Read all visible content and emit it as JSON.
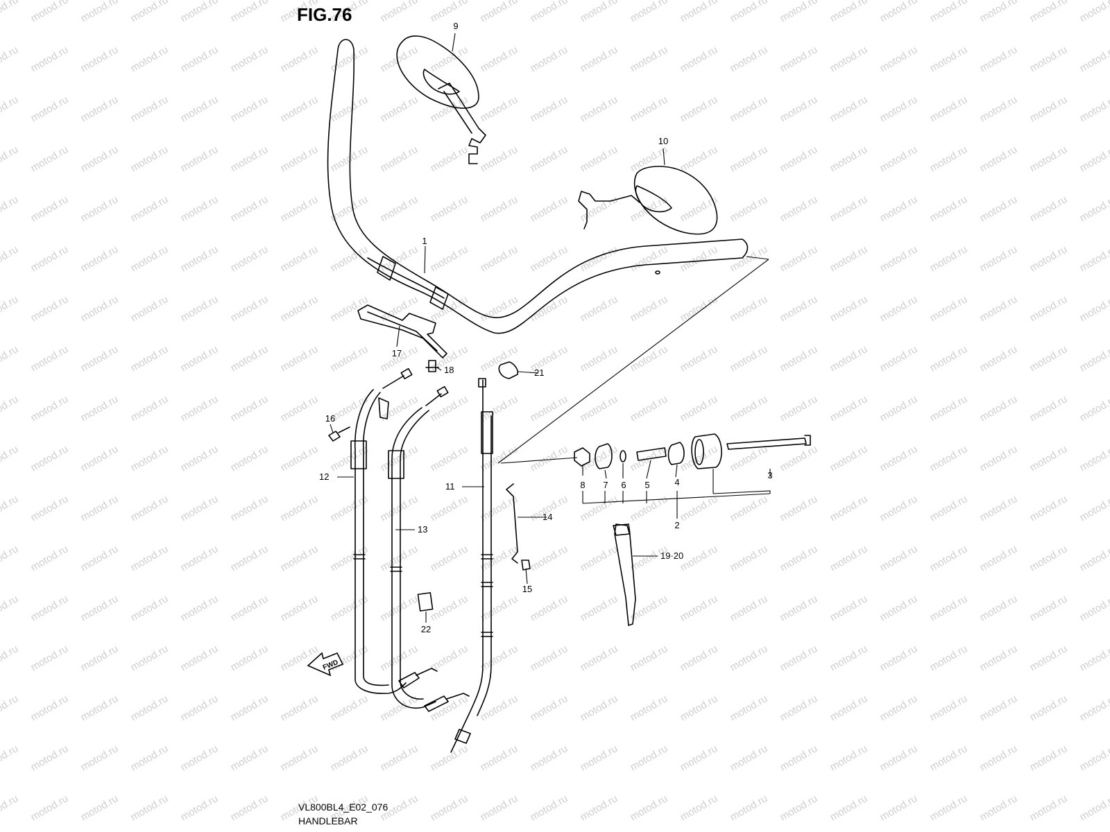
{
  "figure": {
    "title": "FIG.76",
    "code": "VL800BL4_E02_076",
    "name": "HANDLEBAR"
  },
  "watermark": {
    "text": "motod.ru",
    "color": "#cfcfcf"
  },
  "fwd_label": "FWD",
  "parts": {
    "p1": "1",
    "p2": "2",
    "p3": "3",
    "p4": "4",
    "p5": "5",
    "p6": "6",
    "p7": "7",
    "p8": "8",
    "p9": "9",
    "p10": "10",
    "p11": "11",
    "p12": "12",
    "p13": "13",
    "p14": "14",
    "p15": "15",
    "p16": "16",
    "p17": "17",
    "p18": "18",
    "p1920": "19·20",
    "p21": "21",
    "p22": "22"
  }
}
